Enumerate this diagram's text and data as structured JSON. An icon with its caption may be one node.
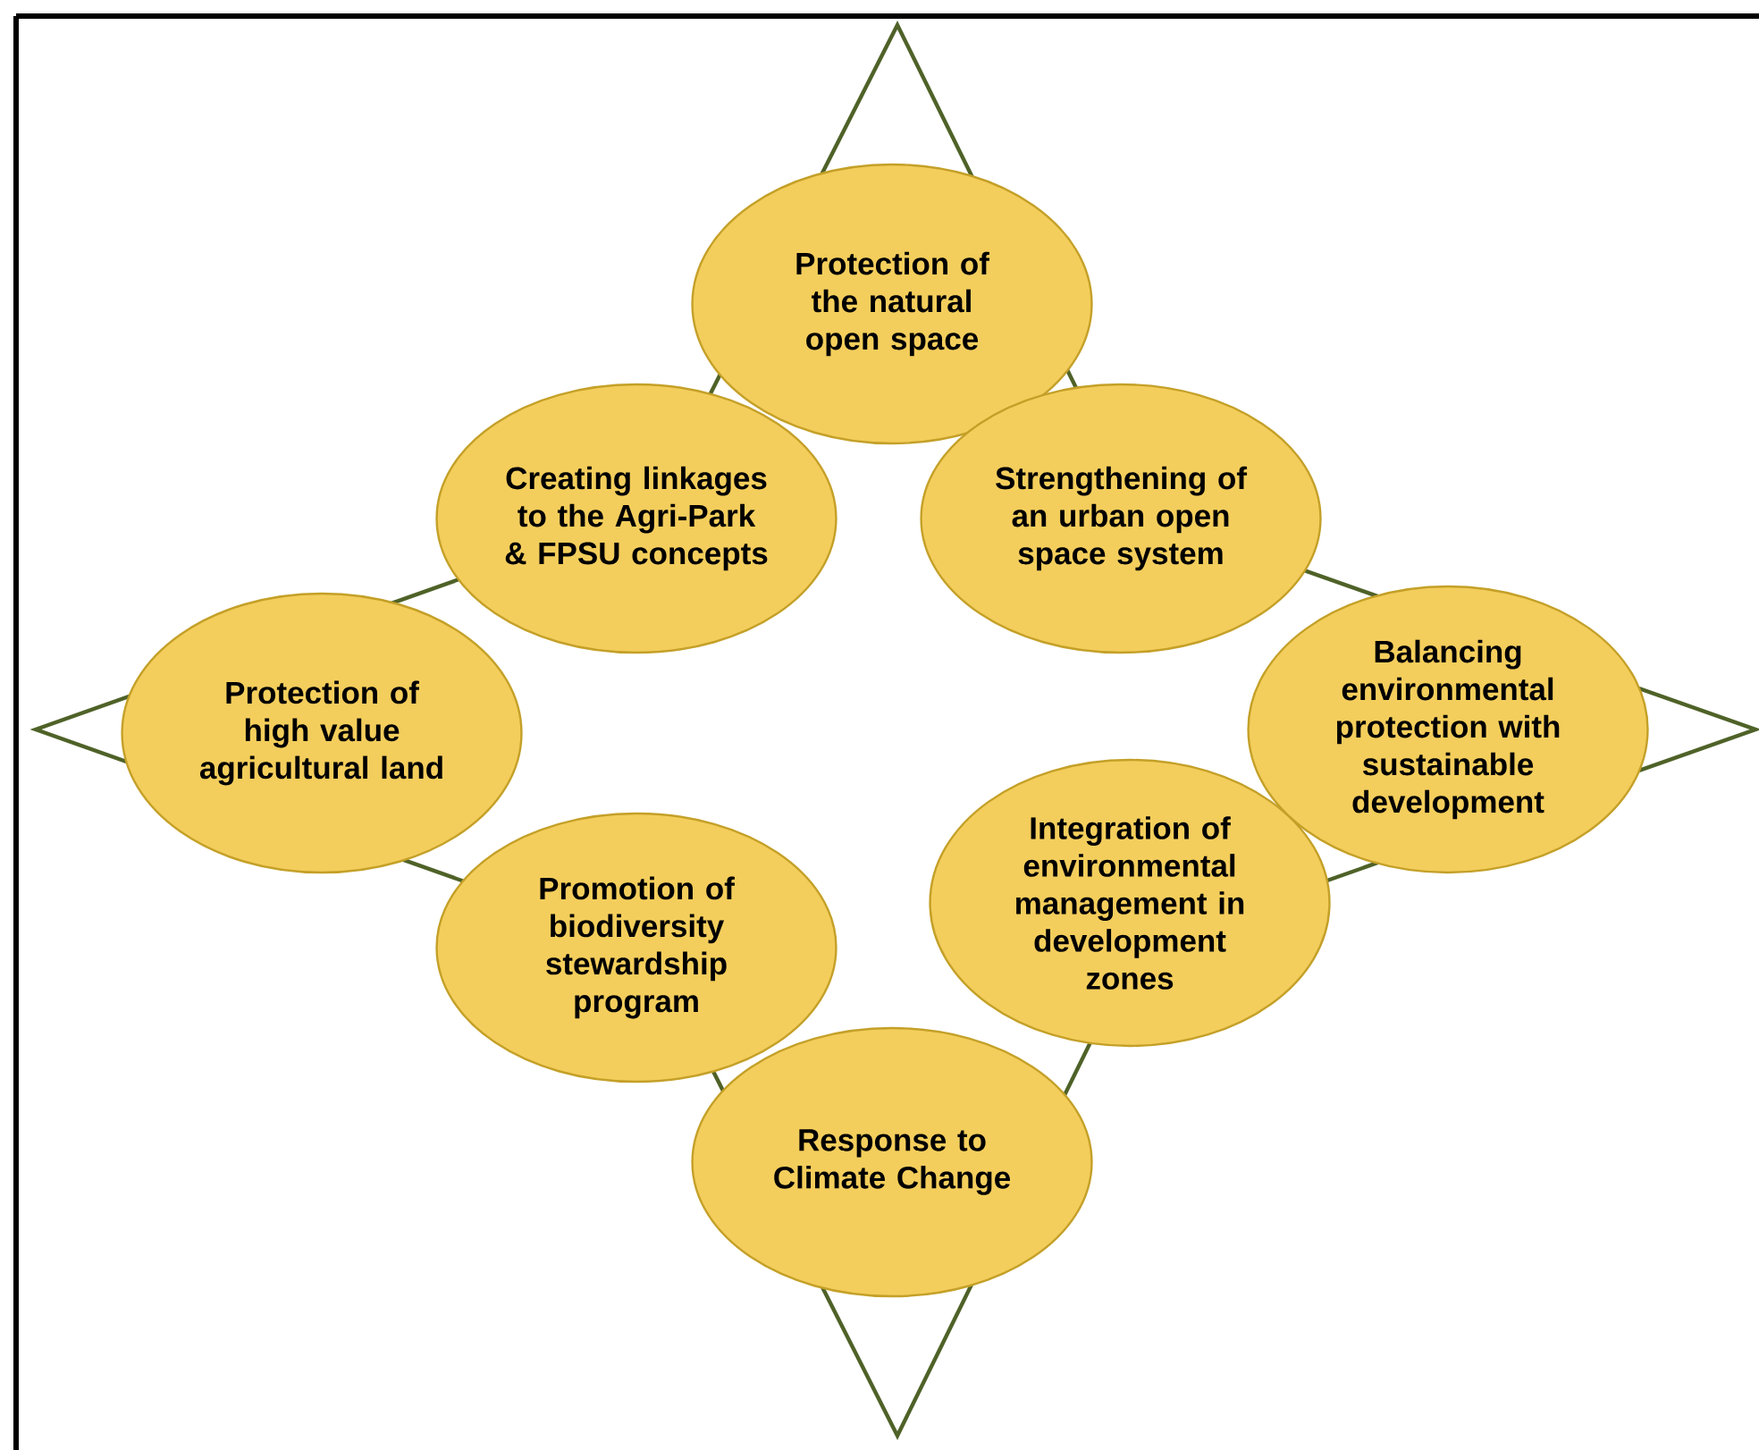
{
  "diagram": {
    "nodes": [
      {
        "text": [
          "Protection of the natural open space"
        ]
      },
      {
        "text": [
          "Creating linkages to the Agri-Park & FPSU concepts"
        ]
      },
      {
        "text": [
          "Strengthening of an urban open space system"
        ]
      },
      {
        "text": [
          "Protection of high value agricultural land"
        ]
      },
      {
        "text": [
          "Balancing environmental protection with sustainable development"
        ]
      },
      {
        "text": [
          "Promotion of biodiversity stewardship program"
        ]
      },
      {
        "text": [
          "Integration of environmental management in development zones"
        ]
      },
      {
        "text": [
          "Response to Climate Change"
        ]
      }
    ]
  }
}
